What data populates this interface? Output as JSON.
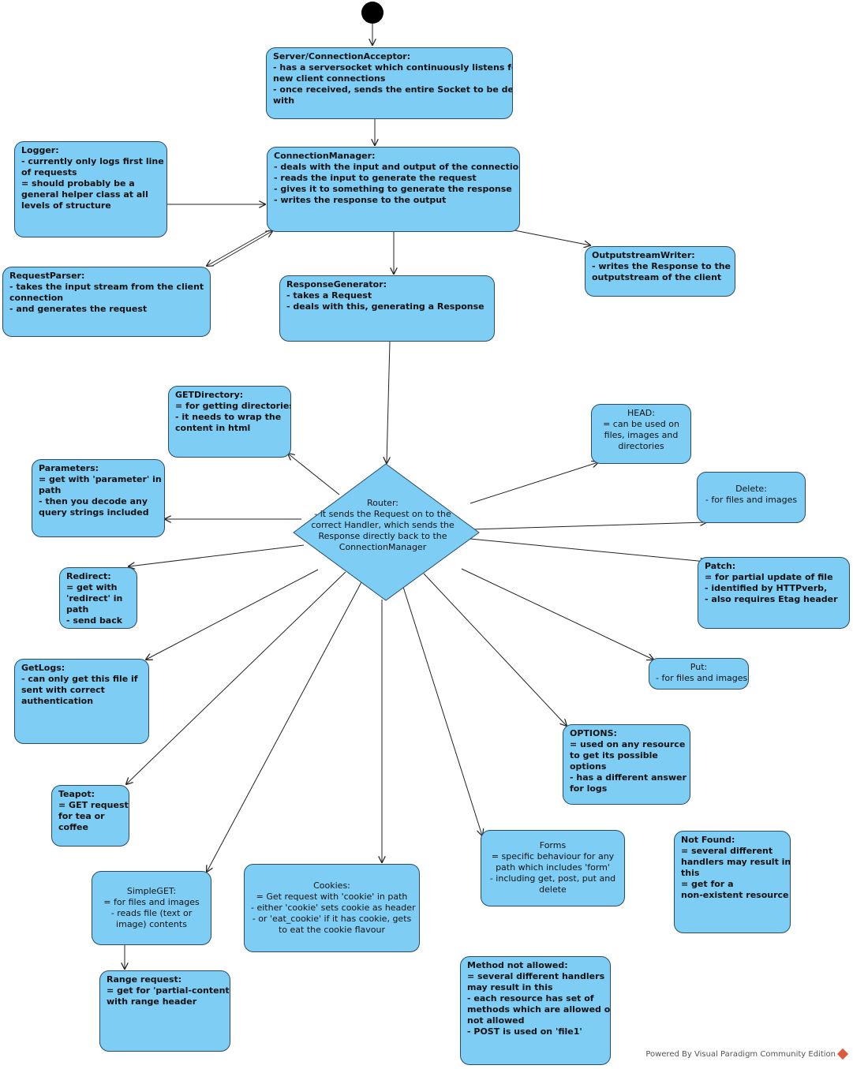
{
  "nodes": {
    "acceptor": {
      "lines": [
        "Server/ConnectionAcceptor:",
        "- has a serversocket which continuously listens for",
        "new client connections",
        "- once received, sends the entire Socket to be dealt",
        "with"
      ]
    },
    "logger": {
      "lines": [
        "Logger:",
        "- currently only logs first line",
        "of requests",
        "= should probably be a",
        "general helper class at all",
        "levels of structure"
      ]
    },
    "manager": {
      "lines": [
        "ConnectionManager:",
        "- deals with the input and output of the connection",
        "- reads the input to generate the request",
        "- gives it to something to generate the response",
        "- writes the response to the output"
      ]
    },
    "parser": {
      "lines": [
        "RequestParser:",
        "- takes the input stream from the client",
        "connection",
        "- and generates the request"
      ]
    },
    "generator": {
      "lines": [
        "ResponseGenerator:",
        "- takes a Request",
        "- deals with this, generating a Response"
      ]
    },
    "writer": {
      "lines": [
        "OutputstreamWriter:",
        "- writes the Response to the",
        "outputstream of the client"
      ]
    },
    "getdirectory": {
      "lines": [
        "GETDirectory:",
        "= for getting directories",
        "- it needs to wrap the",
        "content in html"
      ]
    },
    "head": {
      "lines": [
        "HEAD:",
        "= can be used on",
        "files, images and",
        "directories"
      ]
    },
    "parameters": {
      "lines": [
        "Parameters:",
        "= get with 'parameter' in",
        "path",
        "- then you decode any",
        "query strings included"
      ]
    },
    "delete": {
      "lines": [
        "Delete:",
        "- for files and images"
      ]
    },
    "redirect": {
      "lines": [
        "Redirect:",
        "= get with",
        "'redirect' in",
        "path",
        "- send back"
      ]
    },
    "patch": {
      "lines": [
        "Patch:",
        "= for partial update of file",
        "- identified by HTTPverb,",
        "- also requires Etag header"
      ]
    },
    "getlogs": {
      "lines": [
        "GetLogs:",
        "- can only get this file if",
        "sent with correct",
        "authentication"
      ]
    },
    "put": {
      "lines": [
        "Put:",
        "- for files and images"
      ]
    },
    "options": {
      "lines": [
        "OPTIONS:",
        "= used on any resource",
        "to get its possible",
        "options",
        "- has a different answer",
        "for logs"
      ]
    },
    "teapot": {
      "lines": [
        "Teapot:",
        "= GET request",
        "for tea or",
        "coffee"
      ]
    },
    "forms": {
      "lines": [
        "Forms",
        "= specific behaviour for any",
        "path which includes 'form'",
        "- including get, post, put and",
        "delete"
      ]
    },
    "notfound": {
      "lines": [
        "Not Found:",
        "= several different",
        "handlers may result in",
        "this",
        "= get for a",
        "non-existent resource"
      ]
    },
    "simpleget": {
      "lines": [
        "SimpleGET:",
        "= for files and images",
        "- reads file (text or",
        "image) contents"
      ]
    },
    "cookies": {
      "lines": [
        "Cookies:",
        "= Get request with 'cookie' in path",
        "- either 'cookie' sets cookie as header",
        "- or 'eat_cookie' if it has cookie, gets",
        "to eat the cookie flavour"
      ]
    },
    "range": {
      "lines": [
        "Range request:",
        "= get for 'partial-content'",
        "with range header"
      ]
    },
    "methodnotallowed": {
      "lines": [
        "Method not allowed:",
        "= several different handlers",
        "may result in this",
        "- each resource has set of",
        "methods which are allowed or",
        "not allowed",
        "- POST is used on 'file1'"
      ]
    }
  },
  "router": {
    "lines": [
      "Router:",
      "- it sends the Request on to the",
      "correct Handler, which sends the",
      "Response directly back to the",
      "ConnectionManager"
    ]
  },
  "footer": {
    "text": "Powered By Visual Paradigm Community Edition"
  },
  "colors": {
    "node_fill": "#7ecdf4",
    "node_border": "#2b4b66",
    "edge": "#222222"
  }
}
